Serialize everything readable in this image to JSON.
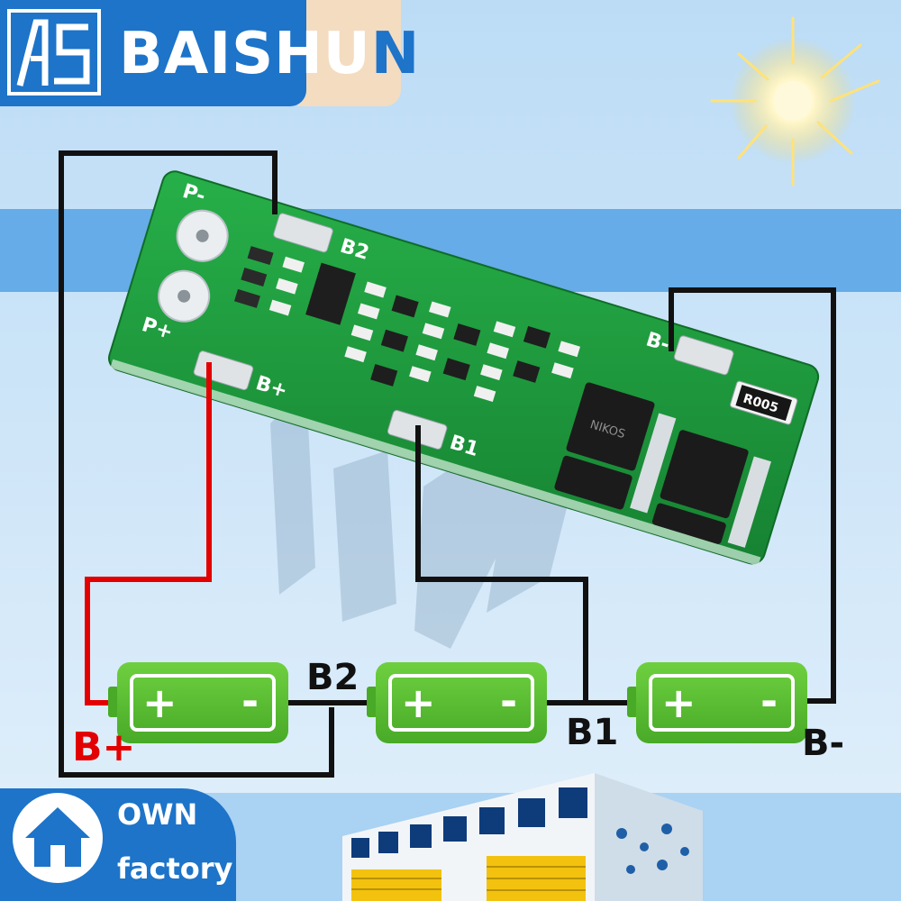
{
  "brand": {
    "name_main": "BAISHU",
    "name_tail": "N",
    "logo_mark": "AS",
    "logo_icon": "baishun-logo-icon"
  },
  "wiring_labels": {
    "b_plus": "B+",
    "b2": "B2",
    "b1": "B1",
    "b_minus": "B-"
  },
  "board": {
    "pads": [
      "P-",
      "P+",
      "B+",
      "B2",
      "B1",
      "B-"
    ],
    "resistor_marking": "R005",
    "mosfet_marking": "NIKOS"
  },
  "battery": {
    "count": 3,
    "plus_symbol": "+",
    "minus_symbol": "-",
    "color": "#5cc531"
  },
  "footer": {
    "own_line1": "OWN",
    "own_line2": "factory",
    "home_icon": "home-icon"
  },
  "colors": {
    "brand_blue": "#1d74c9",
    "board_green": "#1f9c3a",
    "wire_black": "#111111",
    "wire_red": "#e30000",
    "sky": "#cfe6f7"
  }
}
